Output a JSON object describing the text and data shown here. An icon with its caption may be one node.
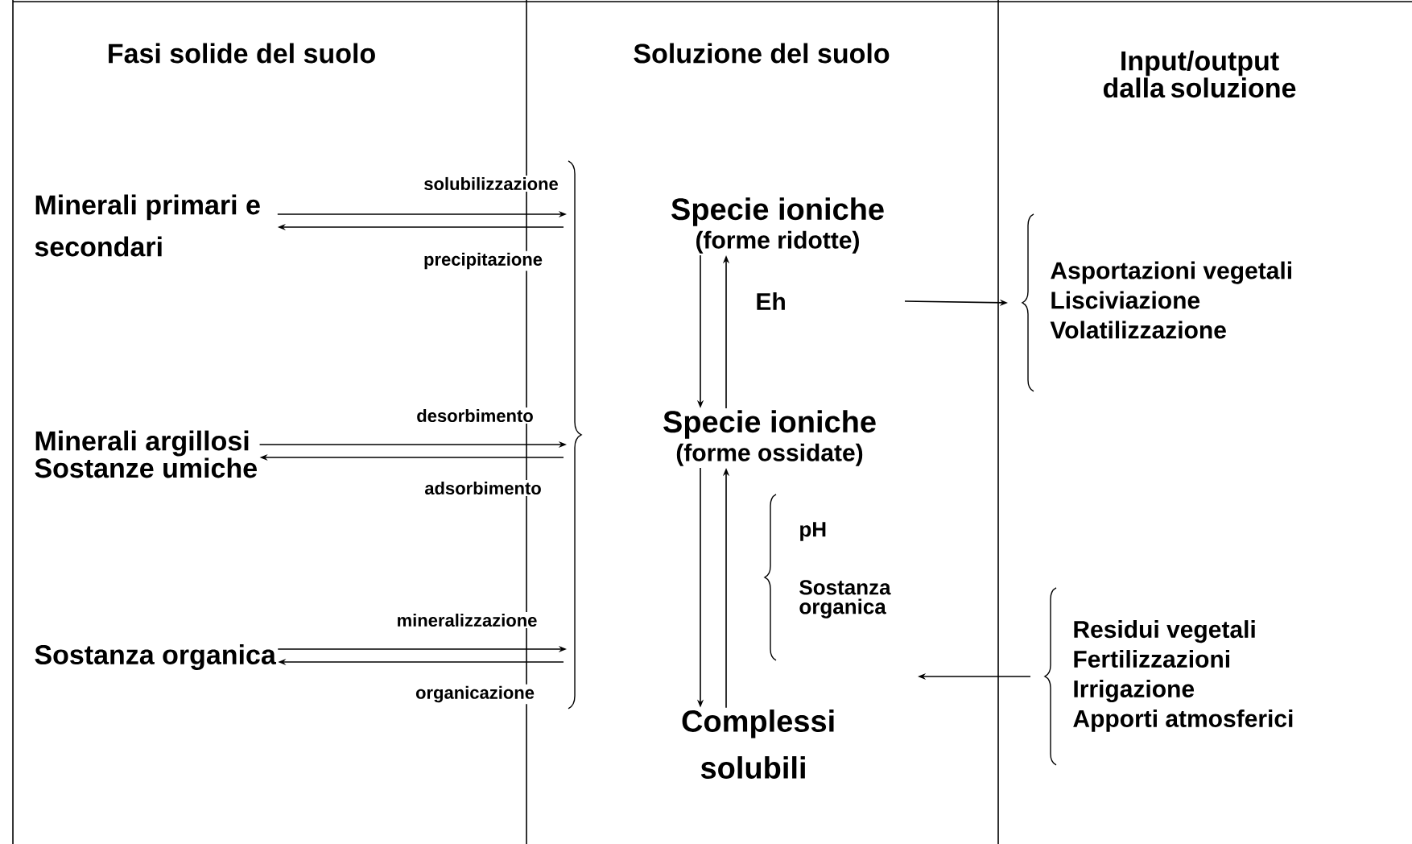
{
  "diagram": {
    "nodes": [
      {
        "text": [
          "Minerali primari e secondari"
        ]
      },
      {
        "text": [
          "Minerali argillosi",
          "Sostanze umiche"
        ]
      },
      {
        "text": [
          "Sostanza organica"
        ]
      },
      {
        "text": [
          "Specie ioniche",
          "(forme ridotte)"
        ]
      },
      {
        "text": [
          "Specie ioniche",
          "(forme ossidate)"
        ]
      },
      {
        "text": [
          "Complessi solubili"
        ]
      },
      {
        "text": [
          "Asportazioni vegetali",
          "Lisciviazione",
          "Volatilizzazione"
        ]
      },
      {
        "text": [
          "Residui vegetali",
          "Fertilizzazioni",
          "Irrigazione",
          "Apporti atmosferici"
        ]
      }
    ],
    "edges": [
      {
        "from": 0,
        "to": null,
        "arrow": "to",
        "label": "solubilizzazione"
      },
      {
        "from": null,
        "to": 0,
        "arrow": "to",
        "label": "precipitazione"
      },
      {
        "from": 1,
        "to": null,
        "arrow": "to",
        "label": "desorbimento"
      },
      {
        "from": null,
        "to": 1,
        "arrow": "to",
        "label": "adsorbimento"
      },
      {
        "from": 2,
        "to": null,
        "arrow": "to",
        "label": "mineralizzazione"
      },
      {
        "from": null,
        "to": 2,
        "arrow": "to",
        "label": "organicazione"
      },
      {
        "from": 3,
        "to": 4,
        "arrow": "to"
      },
      {
        "from": 4,
        "to": 3,
        "arrow": "to"
      },
      {
        "from": null,
        "to": 6,
        "arrow": "to"
      },
      {
        "from": 4,
        "to": 5,
        "arrow": "to"
      },
      {
        "from": 5,
        "to": 4,
        "arrow": "to"
      },
      {
        "from": 7,
        "to": null,
        "arrow": "to"
      }
    ],
    "labels": [
      "Fasi solide del suolo",
      "Soluzione del suolo",
      "Input/output dalla soluzione",
      "Eh",
      "pH",
      "Sostanza organica"
    ]
  }
}
